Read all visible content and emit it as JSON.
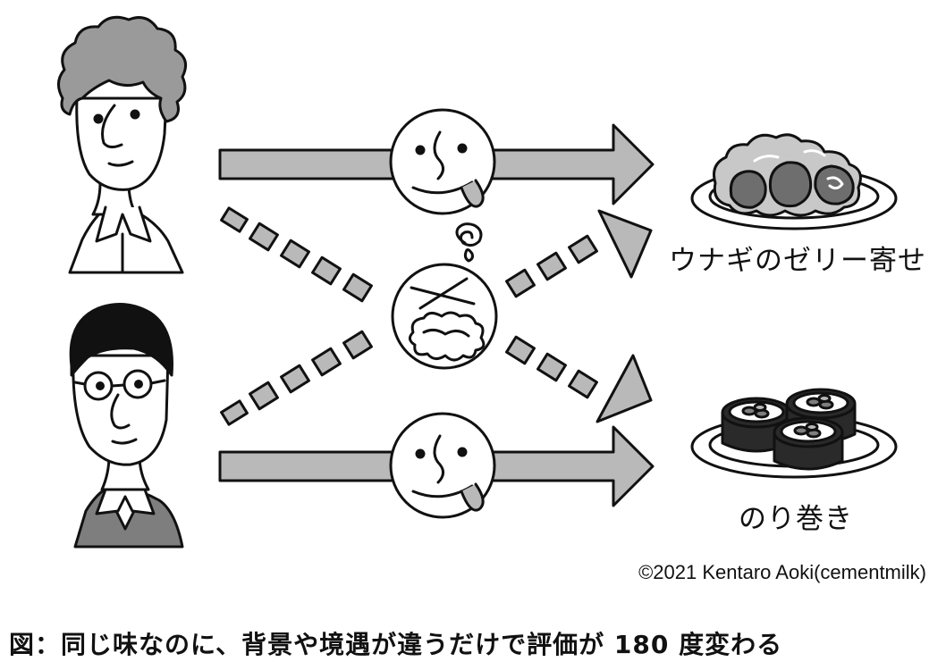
{
  "foods": {
    "eel_label": "ウナギのゼリー寄せ",
    "nori_label": "のり巻き"
  },
  "credit": "©2021 Kentaro Aoki(cementmilk)",
  "caption": "図：同じ味なのに、背景や境遇が違うだけで評価が 180 度変わる",
  "colors": {
    "stroke": "#111111",
    "arrow_fill": "#b9b9b9",
    "hair_gray": "#9a9a9a",
    "sweater_gray": "#7e7e7e",
    "food_dark": "#6e6e6e",
    "roll_dark": "#2a2a2a"
  }
}
